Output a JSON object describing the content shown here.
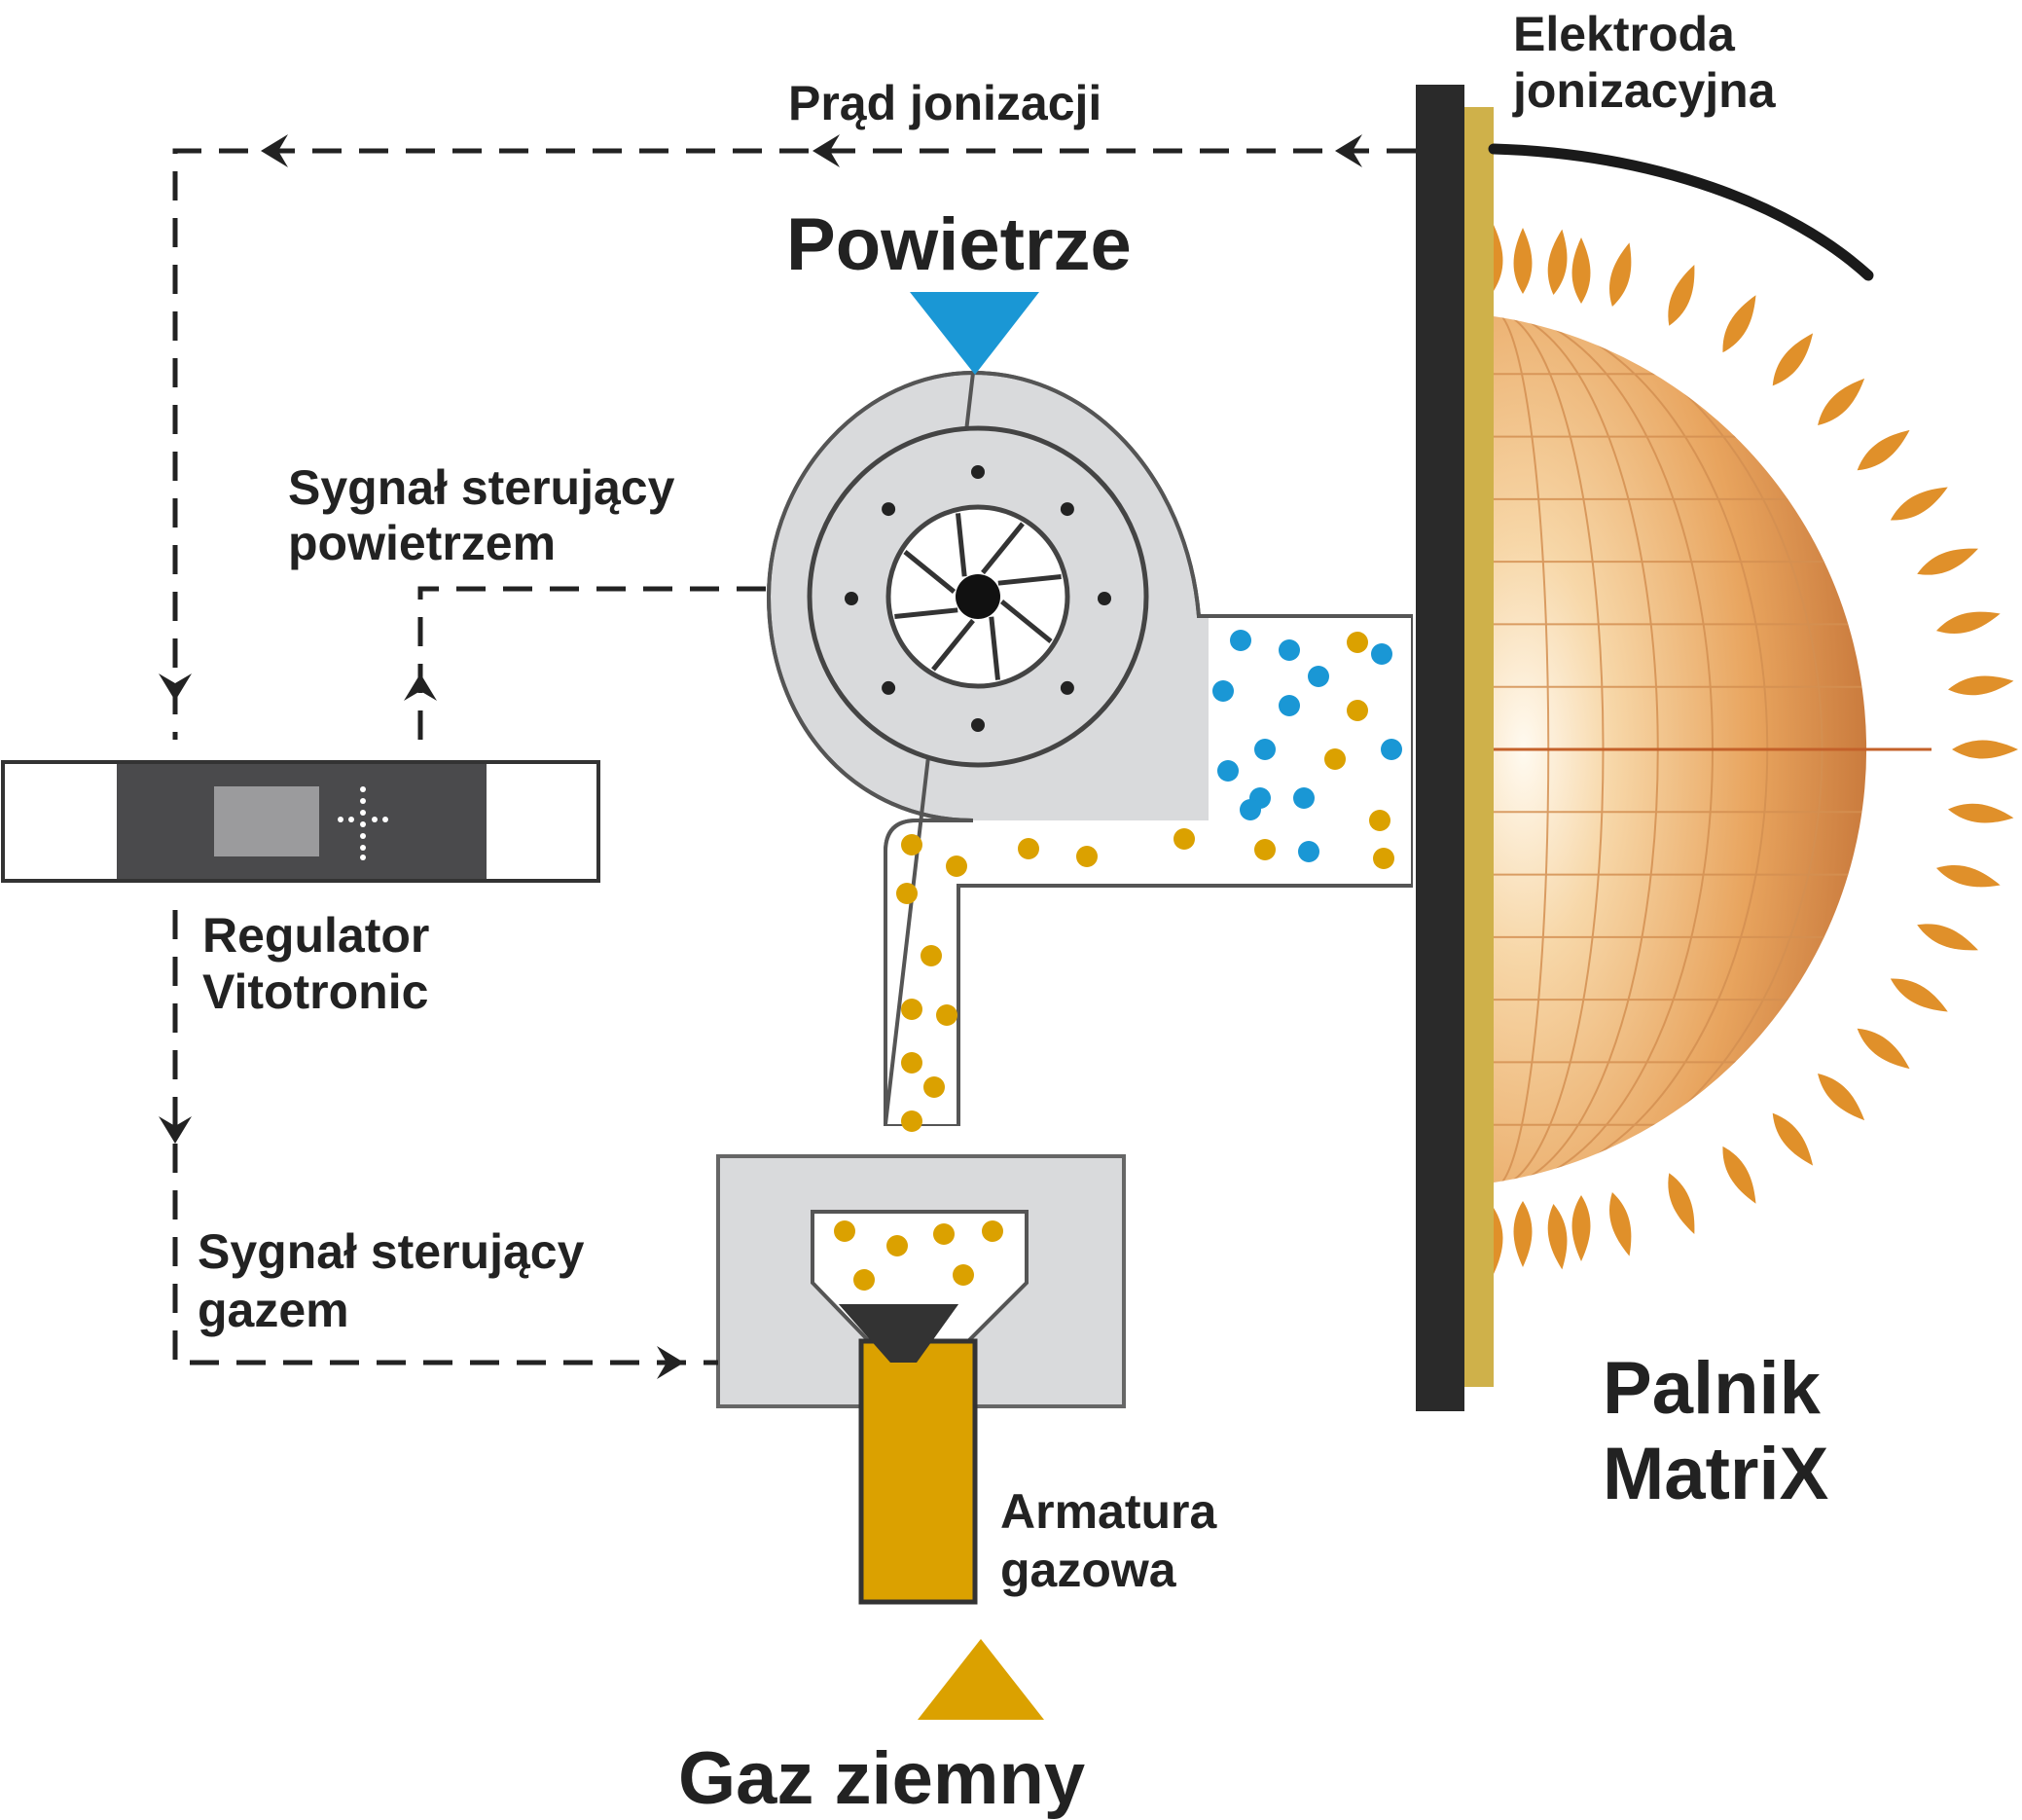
{
  "labels": {
    "ionization_current": "Prąd jonizacji",
    "ionization_electrode_line1": "Elektroda",
    "ionization_electrode_line2": "jonizacyjna",
    "air": "Powietrze",
    "air_control_signal_line1": "Sygnał sterujący",
    "air_control_signal_line2": "powietrzem",
    "regulator_line1": "Regulator",
    "regulator_line2": "Vitotronic",
    "gas_control_signal_line1": "Sygnał sterujący",
    "gas_control_signal_line2": "gazem",
    "gas_valve_line1": "Armatura",
    "gas_valve_line2": "gazowa",
    "natural_gas": "Gaz ziemny",
    "burner_line1": "Palnik",
    "burner_line2": "MatriX"
  },
  "colors": {
    "air_blue": "#1a97d5",
    "gas_gold": "#dba100",
    "burner_orange": "#d9924a",
    "flame_orange": "#e0902a",
    "wall_dark": "#2a2a2a",
    "wall_gold": "#cfb14a",
    "housing_gray": "#d9dadc",
    "controller_dark": "#4a4a4c"
  },
  "icons": {
    "air_inlet": "triangle-down-icon",
    "gas_inlet": "triangle-up-icon",
    "fan": "fan-wheel-icon"
  }
}
